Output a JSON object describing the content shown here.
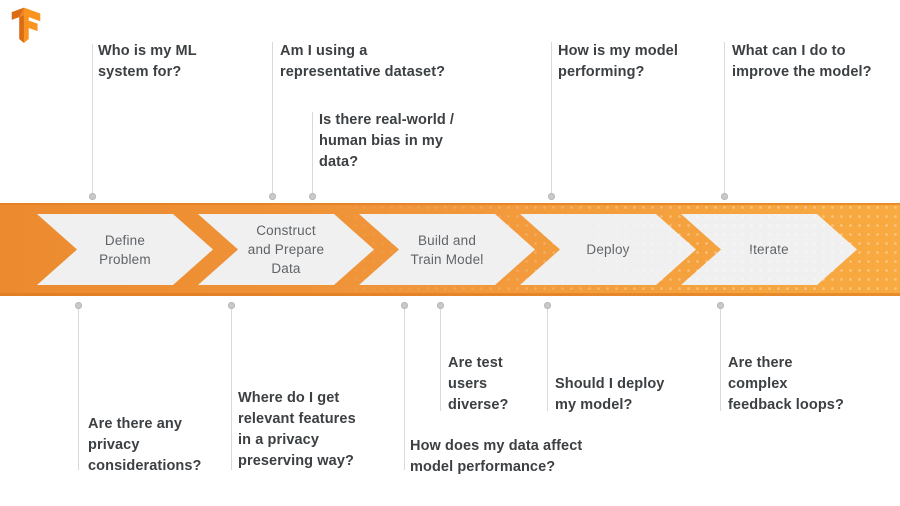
{
  "logo": {
    "icon": "tensorflow-logo"
  },
  "colors": {
    "band_left": "#EC8A2F",
    "band_right": "#F8AB41",
    "chevron_fill": "#F0F0F0",
    "step_text": "#5F6368",
    "question_text": "#3C4043",
    "connector_line": "#D9D9D9",
    "connector_dot": "#C9C9C9",
    "logo_dark_orange": "#D96C15",
    "logo_mid_orange": "#F28527",
    "logo_bright_orange": "#FA9420"
  },
  "steps": [
    {
      "label": "Define\nProblem"
    },
    {
      "label": "Construct\nand Prepare\nData"
    },
    {
      "label": "Build and\nTrain Model"
    },
    {
      "label": "Deploy"
    },
    {
      "label": "Iterate"
    }
  ],
  "questions_top": [
    {
      "text": "Who is my ML\nsystem for?"
    },
    {
      "text": "Am I using a\nrepresentative dataset?"
    },
    {
      "text": "Is there real-world /\nhuman bias in my\ndata?"
    },
    {
      "text": "How is my model\nperforming?"
    },
    {
      "text": "What can I do to\nimprove the model?"
    }
  ],
  "questions_bottom": [
    {
      "text": "Are there any\nprivacy\nconsiderations?"
    },
    {
      "text": "Where do I get\nrelevant features\nin a privacy\npreserving way?"
    },
    {
      "text": "Are test\nusers\ndiverse?"
    },
    {
      "text": "How does my data affect\nmodel performance?"
    },
    {
      "text": "Should I deploy\nmy model?"
    },
    {
      "text": "Are there\ncomplex\nfeedback loops?"
    }
  ]
}
